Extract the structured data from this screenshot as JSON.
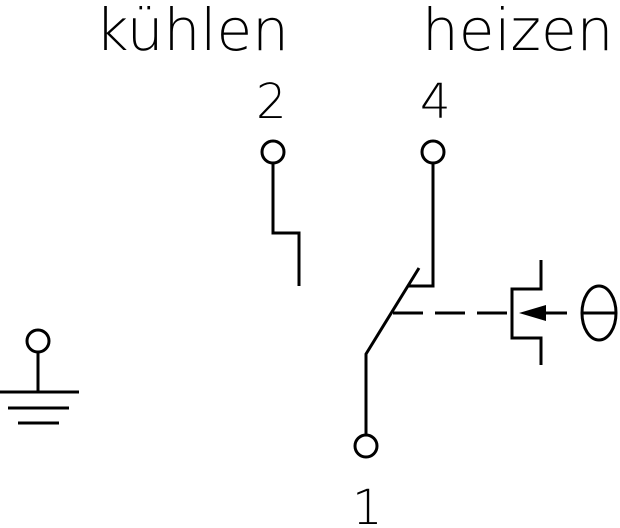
{
  "labels": {
    "cooling": "kühlen",
    "heating": "heizen",
    "terminal_2": "2",
    "terminal_4": "4",
    "terminal_1": "1",
    "theta": "θ"
  },
  "colors": {
    "line": "#000000",
    "background": "#ffffff"
  }
}
